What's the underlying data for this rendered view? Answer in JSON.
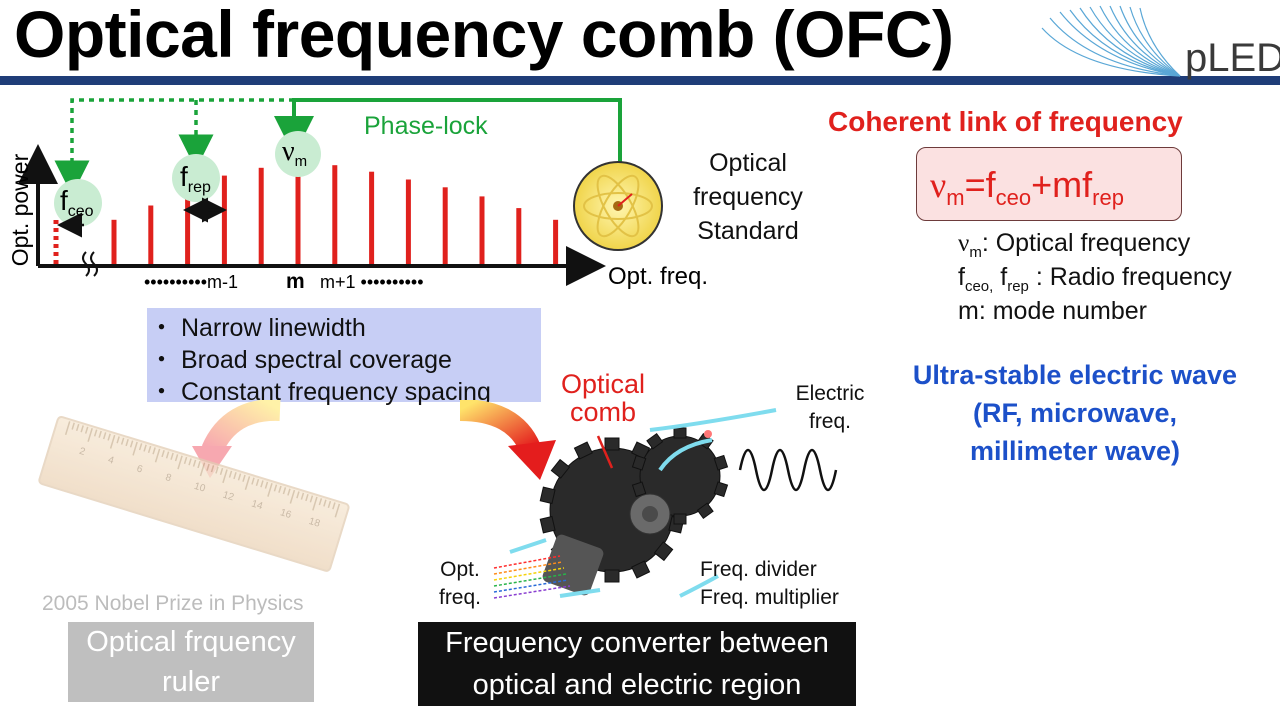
{
  "slide": {
    "title": "Optical frequency comb (OFC)",
    "logo_text": "pLED",
    "colors": {
      "accent_red": "#e0211d",
      "accent_green": "#1aa33a",
      "accent_blue": "#1c50c9",
      "title_rule": "#1f3d78",
      "bullet_box": "#c7cef5"
    }
  },
  "diagram": {
    "y_axis_label": "Opt. power",
    "x_axis_label": "Opt. freq.",
    "phase_lock_label": "Phase-lock",
    "f_ceo_label": "f",
    "f_ceo_sub": "ceo",
    "f_rep_label": "f",
    "f_rep_sub": "rep",
    "nu_m_label": "ν",
    "nu_m_sub": "m",
    "mode_dots_left": "••••••••••m-1",
    "mode_m": "m",
    "mode_dots_right": "m+1 ••••••••••",
    "standard_label_lines": [
      "Optical",
      "frequency",
      "Standard"
    ]
  },
  "coherent": {
    "title": "Coherent link of frequency",
    "formula": {
      "nu": "ν",
      "sub_m": "m",
      "eq": "=f",
      "sub_ceo": "ceo",
      "plus": "+mf",
      "sub_rep": "rep"
    },
    "defs": [
      {
        "a": "ν",
        "sub": "m",
        "b": ": Optical frequency"
      },
      {
        "a": "f",
        "sub": "ceo,",
        "a2": " f",
        "sub2": "rep",
        "b": " : Radio frequency"
      },
      {
        "a": "m: mode number"
      }
    ]
  },
  "ultra": {
    "lines": [
      "Ultra-stable electric wave",
      "(RF, microwave,",
      "millimeter wave)"
    ]
  },
  "bullets": [
    "・ Narrow linewidth",
    "・ Broad spectral coverage",
    "・ Constant frequency spacing"
  ],
  "ruler": {
    "nobel_text": "2005 Nobel Prize in Physics",
    "box_lines": [
      "Optical frquency",
      "ruler"
    ],
    "tick_labels": [
      "2",
      "4",
      "6",
      "8",
      "10",
      "12",
      "14",
      "16",
      "18"
    ]
  },
  "converter": {
    "optical_comb_lines": [
      "Optical",
      "comb"
    ],
    "electric_freq_lines": [
      "Electric",
      "freq."
    ],
    "opt_freq_lines": [
      "Opt.",
      "freq."
    ],
    "divider_lines": [
      "Freq. divider",
      "Freq. multiplier"
    ],
    "box_lines": [
      "Frequency converter between",
      "optical and electric region"
    ]
  },
  "chart_data": {
    "type": "bar",
    "note_free": true,
    "values": [
      0.34,
      0.45,
      0.6,
      0.68,
      0.74,
      0.79,
      0.76,
      0.71,
      0.65,
      0.59,
      0.52,
      0.43,
      0.34
    ],
    "xlabel": "Opt. freq.",
    "ylabel": "Opt. power"
  }
}
